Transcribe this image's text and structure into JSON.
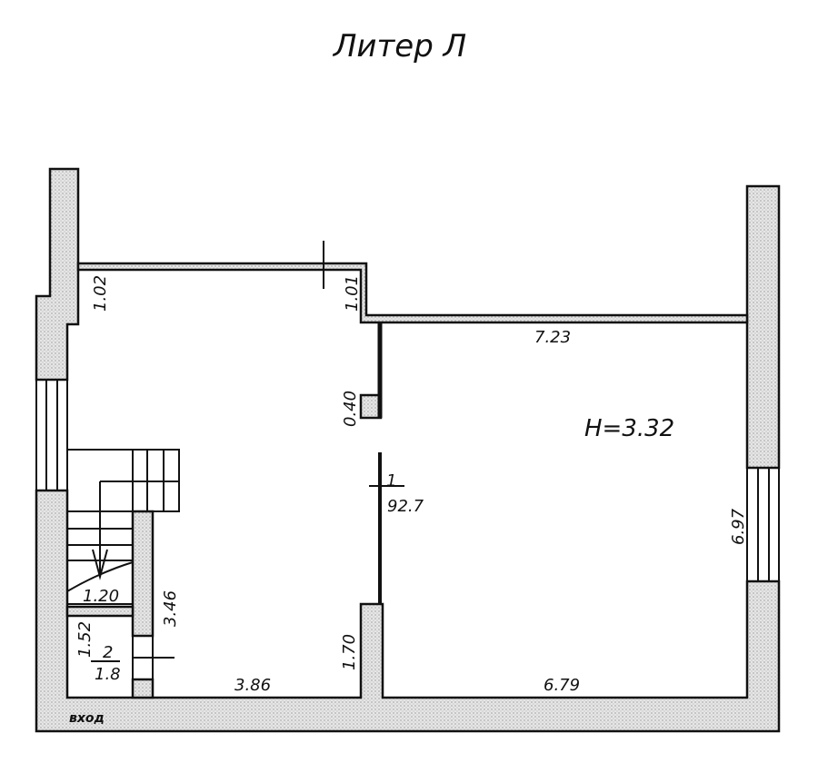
{
  "title": "Литер Л",
  "height_label": "H=3.32",
  "rooms": [
    {
      "number": "1",
      "area": "92.7"
    },
    {
      "number": "2",
      "area": "1.8"
    }
  ],
  "dimensions": {
    "d_1_02": "1.02",
    "d_1_01": "1.01",
    "d_7_23": "7.23",
    "d_0_40": "0.40",
    "d_6_97": "6.97",
    "d_1_20": "1.20",
    "d_3_46": "3.46",
    "d_1_52": "1.52",
    "d_1_70": "1.70",
    "d_3_86": "3.86",
    "d_6_79": "6.79"
  },
  "entrance_label": "вход",
  "colors": {
    "wall_fill": "#d8d8d8",
    "line": "#111111"
  }
}
